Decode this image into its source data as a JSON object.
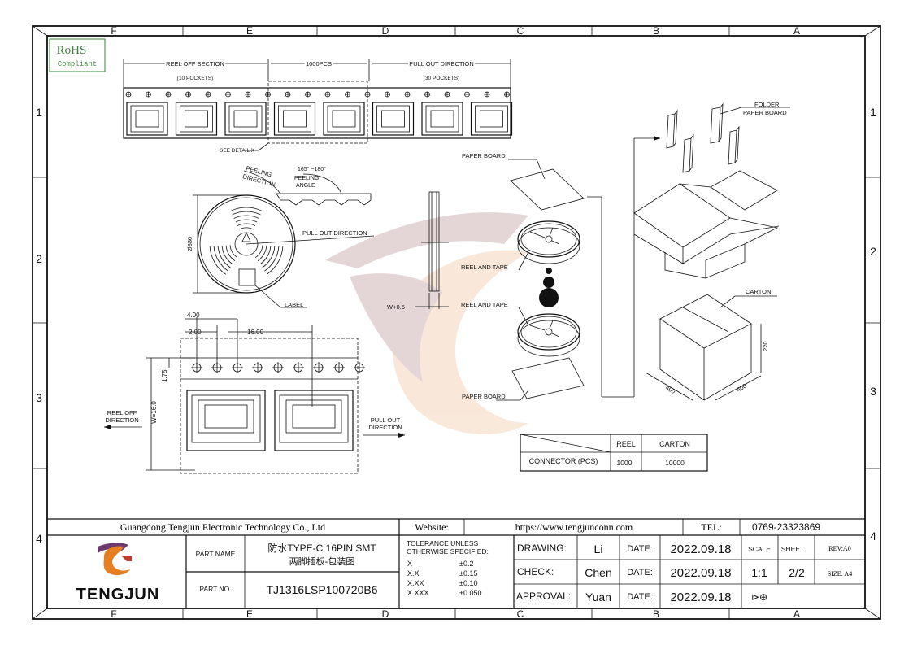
{
  "rohs": {
    "title": "RoHS",
    "subtitle": "Compliant"
  },
  "zones": {
    "top": [
      "F",
      "E",
      "D",
      "C",
      "B",
      "A"
    ],
    "bottom": [
      "F",
      "E",
      "D",
      "C",
      "B",
      "A"
    ],
    "left": [
      "1",
      "2",
      "3",
      "4"
    ],
    "right": [
      "1",
      "2",
      "3",
      "4"
    ]
  },
  "tape": {
    "reel_off_section": "REEL OFF SECTION",
    "reel_off_pockets": "(10 POCKETS)",
    "pcs": "1000PCS",
    "pull_out_direction": "PULL OUT DIRECTION",
    "pull_out_pockets": "(30 POCKETS)",
    "see_detail": "SEE DETAIL X"
  },
  "reel": {
    "peeling_direction_1": "PEELING",
    "peeling_direction_2": "DIRECTION",
    "angle": "165° ~180°",
    "peeling_angle_1": "PEELING",
    "peeling_angle_2": "ANGLE",
    "pull_out": "PULL OUT DIRECTION",
    "diameter": "Ø380",
    "label": "LABEL",
    "width": "W+0.5"
  },
  "detail": {
    "dim_400": "4.00",
    "dim_200": "2.00",
    "dim_1600": "16.00",
    "dim_175": "1.75",
    "width": "W=16.0",
    "reel_off_1": "REEL OFF",
    "reel_off_2": "DIRECTION",
    "pull_out_1": "PULL OUT",
    "pull_out_2": "DIRECTION"
  },
  "packing": {
    "paper_board_top": "PAPER BOARD",
    "reel_and_tape_1": "REEL AND TAPE",
    "reel_and_tape_2": "REEL AND TAPE",
    "paper_board_bottom": "PAPER BOARD",
    "folder_1": "FOLDER",
    "folder_2": "PAPER BOARD",
    "carton": "CARTON",
    "dim_220": "220",
    "dim_400a": "400",
    "dim_400b": "400"
  },
  "qty_table": {
    "headers": [
      "REEL",
      "CARTON"
    ],
    "row_label": "CONNECTOR (PCS)",
    "values": [
      "1000",
      "10000"
    ]
  },
  "title_block": {
    "company": "Guangdong Tengjun Electronic Technology Co., Ltd",
    "website_label": "Website:",
    "website": "https://www.tengjunconn.com",
    "tel_label": "TEL:",
    "tel": "0769-23323869",
    "logo_text": "TENGJUN",
    "part_name_label": "PART NAME",
    "part_name_1": "防水TYPE-C 16PIN SMT",
    "part_name_2": "两脚插板-包装图",
    "part_no_label": "PART NO.",
    "part_no": "TJ1316LSP100720B6",
    "tolerance_1": "TOLERANCE UNLESS",
    "tolerance_2": "OTHERWISE SPECIFIED:",
    "tol_rows": [
      [
        "X",
        "±0.2"
      ],
      [
        "X.X",
        "±0.15"
      ],
      [
        "X.XX",
        "±0.10"
      ],
      [
        "X.XXX",
        "±0.050"
      ]
    ],
    "drawing_label": "DRAWING:",
    "drawing": "Li",
    "check_label": "CHECK:",
    "check": "Chen",
    "approval_label": "APPROVAL:",
    "approval": "Yuan",
    "date_label": "DATE:",
    "date_1": "2022.09.18",
    "date_2": "2022.09.18",
    "date_3": "2022.09.18",
    "scale_label": "SCALE",
    "scale": "1:1",
    "sheet_label": "SHEET",
    "sheet": "2/2",
    "rev": "REV:A0",
    "size": "SIZE: A4",
    "projection_symbol": "⊳⊕"
  },
  "colors": {
    "watermark_brown": "#8a4a4a",
    "watermark_orange": "#e59b5a",
    "logo_red": "#c0392b",
    "logo_orange": "#e67e22",
    "logo_purple": "#6c3a6e",
    "logo_text": "#1a1a1a"
  }
}
